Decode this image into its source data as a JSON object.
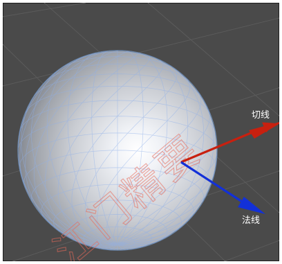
{
  "viewport": {
    "background_color": "#4a4a4a",
    "grid_color": "#5b5b5b",
    "sphere_edge_color": "#6c86a8",
    "wire_color": "#8fb0ea"
  },
  "vectors": {
    "tangent": {
      "label": "切线",
      "color": "#c8200f",
      "icon": "arrow-icon"
    },
    "normal": {
      "label": "法线",
      "color": "#1230d8",
      "icon": "arrow-icon"
    }
  },
  "watermark": {
    "text": "江门精要",
    "color": "#e86a5a"
  }
}
